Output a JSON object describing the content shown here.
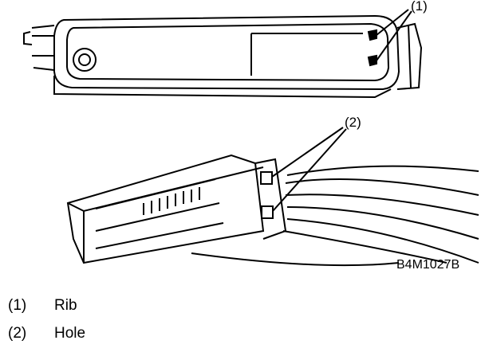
{
  "callouts": {
    "one": "(1)",
    "two": "(2)"
  },
  "figure_code": "B4M1027B",
  "legend": [
    {
      "num": "(1)",
      "label": "Rib"
    },
    {
      "num": "(2)",
      "label": "Hole"
    }
  ]
}
